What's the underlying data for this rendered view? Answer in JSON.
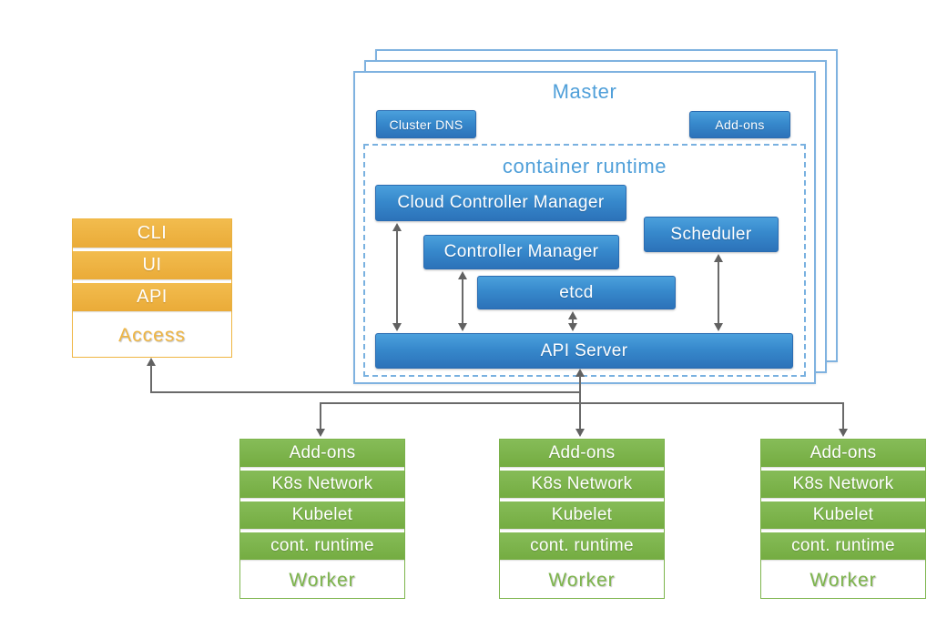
{
  "master": {
    "title": "Master",
    "stacked_layers": 3,
    "cluster_dns_label": "Cluster DNS",
    "addons_label": "Add-ons",
    "container_runtime": {
      "title": "container runtime",
      "cloud_controller_manager": "Cloud Controller Manager",
      "controller_manager": "Controller Manager",
      "scheduler": "Scheduler",
      "etcd": "etcd",
      "api_server": "API Server"
    }
  },
  "access": {
    "label": "Access",
    "rows": [
      "CLI",
      "UI",
      "API"
    ]
  },
  "workers": {
    "label": "Worker",
    "count": 3,
    "rows": [
      "Add-ons",
      "K8s Network",
      "Kubelet",
      "cont. runtime"
    ]
  },
  "colors": {
    "blue_gradient_top": "#4BA0DC",
    "blue_gradient_bottom": "#2C72B9",
    "blue_border_light": "#7FB2E0",
    "blue_title_text": "#4F9FD9",
    "orange": "#EFB542",
    "green": "#7DB54C",
    "arrow_gray": "#6A6A6A",
    "background": "#FFFFFF"
  }
}
